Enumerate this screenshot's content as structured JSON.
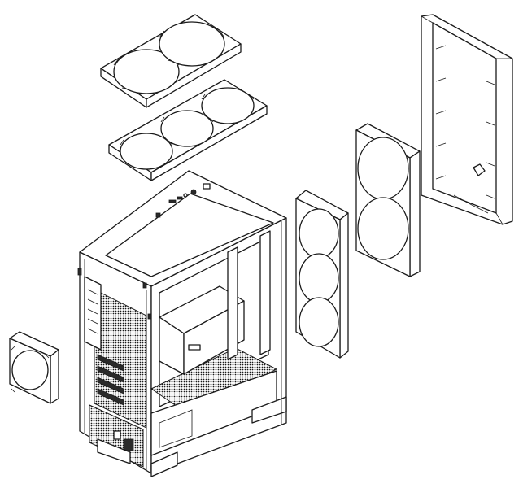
{
  "diagram": {
    "components": [
      {
        "id": "top-fans-2x140",
        "fan_count": 2
      },
      {
        "id": "top-fans-3x120",
        "fan_count": 3
      },
      {
        "id": "rear-fan",
        "fan_count": 1
      },
      {
        "id": "front-fans-3x120",
        "fan_count": 3
      },
      {
        "id": "front-fans-2x140",
        "fan_count": 2
      },
      {
        "id": "front-panel"
      },
      {
        "id": "pc-case"
      }
    ],
    "colors": {
      "stroke": "#1a1a1a",
      "fill": "#ffffff"
    }
  }
}
